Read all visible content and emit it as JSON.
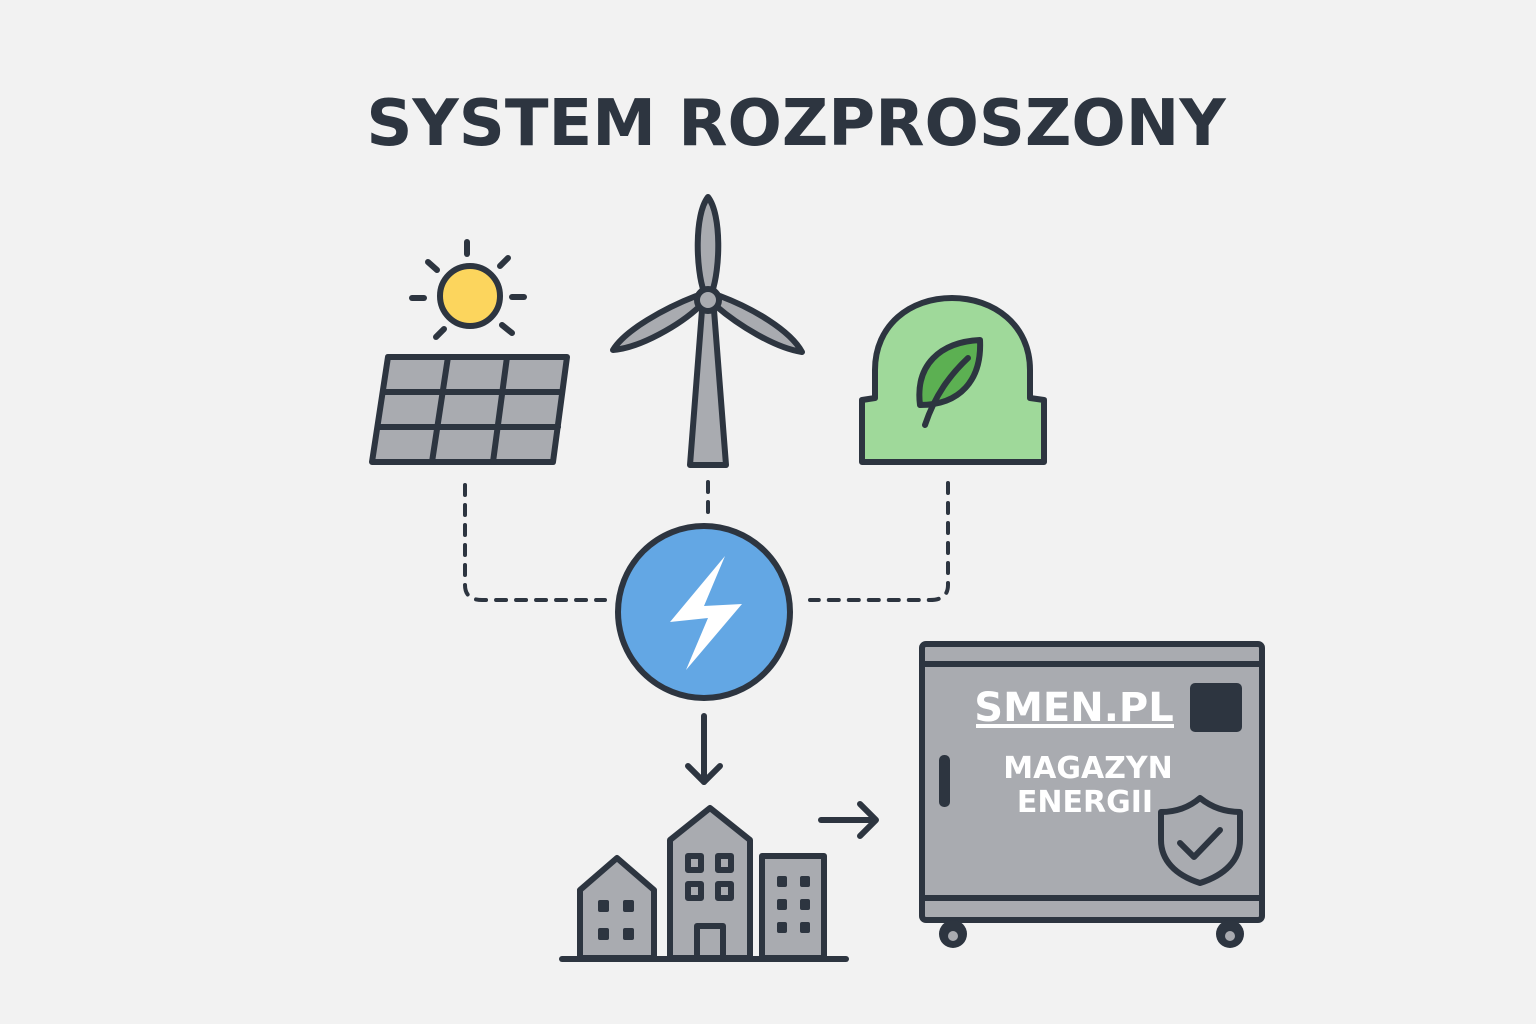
{
  "title": "SYSTEM ROZPROSZONY",
  "storage": {
    "brand": "SMEN.PL",
    "label_line1": "MAGAZYN",
    "label_line2": "ENERGII"
  },
  "colors": {
    "background": "#f2f2f2",
    "outline": "#2d3540",
    "grey": "#a9abb0",
    "sun": "#fcd55d",
    "biogas": "#9fd99a",
    "leaf": "#5cb052",
    "hub": "#63a7e4"
  },
  "icons": [
    "solar-panel-icon",
    "sun-icon",
    "wind-turbine-icon",
    "biogas-plant-icon",
    "lightning-hub-icon",
    "buildings-icon",
    "energy-storage-icon",
    "shield-check-icon"
  ]
}
